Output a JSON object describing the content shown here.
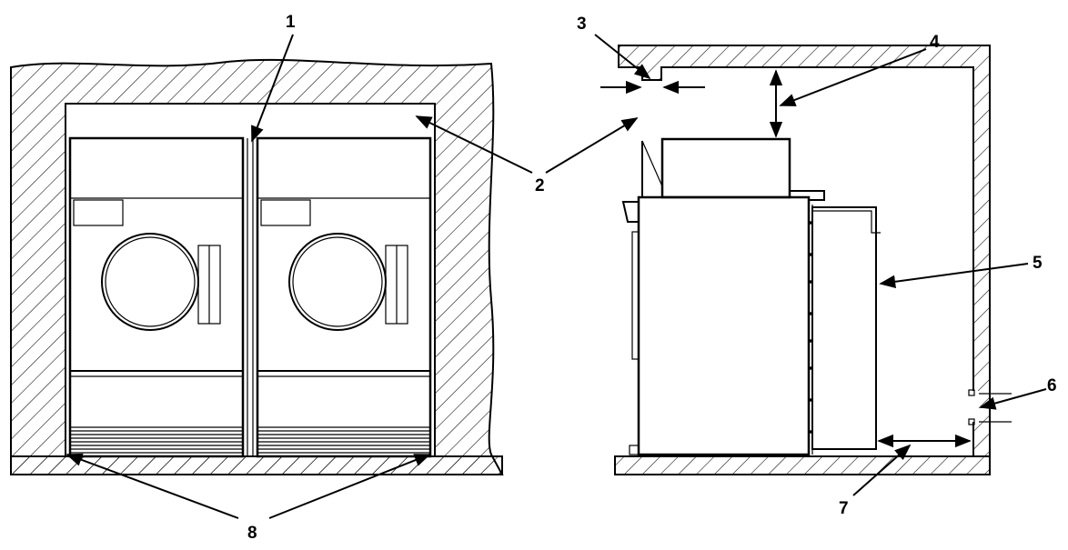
{
  "figure": {
    "callouts": [
      {
        "id": "1",
        "label": "1"
      },
      {
        "id": "2",
        "label": "2"
      },
      {
        "id": "3",
        "label": "3"
      },
      {
        "id": "4",
        "label": "4"
      },
      {
        "id": "5",
        "label": "5"
      },
      {
        "id": "6",
        "label": "6"
      },
      {
        "id": "7",
        "label": "7"
      },
      {
        "id": "8",
        "label": "8"
      }
    ],
    "colors": {
      "ink": "#000000",
      "background": "#ffffff"
    }
  }
}
